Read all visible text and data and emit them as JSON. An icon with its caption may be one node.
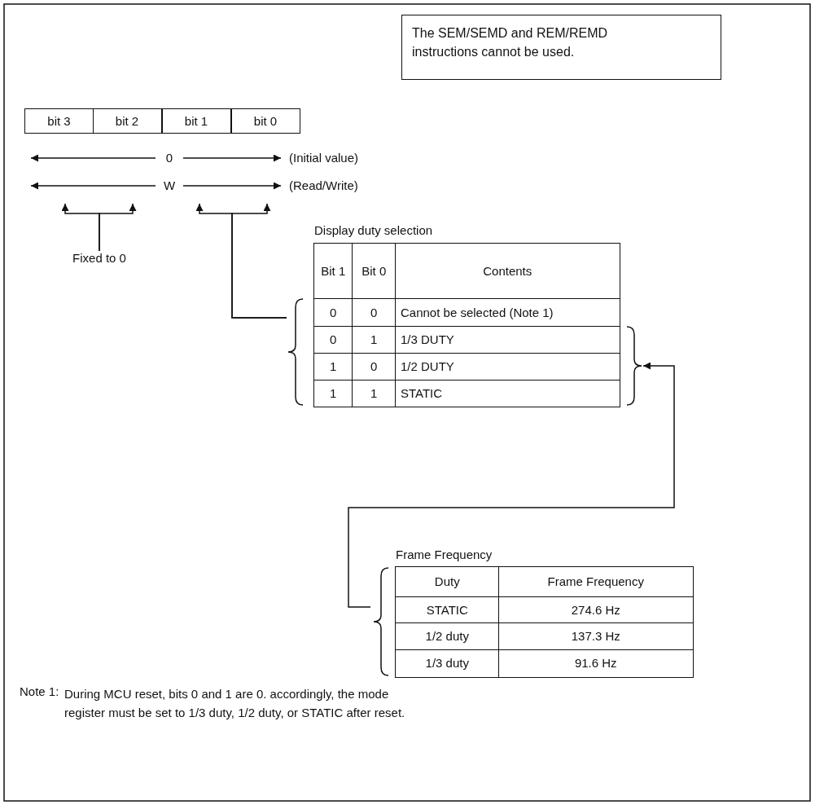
{
  "diagram": {
    "nodes": [
      {
        "text": [
          "The SEM/SEMD and REM/REMD instructions cannot be used."
        ]
      },
      {
        "text": [
          "bit 3"
        ]
      },
      {
        "text": [
          "bit 2"
        ]
      },
      {
        "text": [
          "bit 1"
        ]
      },
      {
        "text": [
          "bit 0"
        ]
      },
      {
        "text": [
          "Fixed to 0"
        ]
      },
      {
        "text": [
          "Display duty selection"
        ]
      },
      {
        "text": [
          "Frame Frequency"
        ]
      }
    ],
    "edges": [
      {
        "from": 5,
        "to": null,
        "arrow": "to"
      },
      {
        "from": 5,
        "to": null,
        "arrow": "to"
      },
      {
        "from": 6,
        "to": null,
        "arrow": "to"
      },
      {
        "from": 6,
        "to": null,
        "arrow": "to"
      },
      {
        "from": 7,
        "to": 6,
        "arrow": "to"
      }
    ],
    "labels": [
      "0",
      "(Initial value)",
      "W",
      "(Read/Write)",
      "Bit 1",
      "Bit 0",
      "Contents",
      "0",
      "0",
      "Cannot be selected (Note 1)",
      "0",
      "1",
      "1/3 DUTY",
      "1",
      "0",
      "1/2 DUTY",
      "1",
      "1",
      "STATIC",
      "Duty",
      "Frame Frequency",
      "STATIC",
      "274.6 Hz",
      "1/2 duty",
      "137.3 Hz",
      "1/3 duty",
      "91.6 Hz",
      "Note 1:",
      "During MCU reset, bits 0 and 1 are 0. accordingly, the mode register must be set to 1/3 duty, 1/2 duty, or STATIC after reset."
    ]
  }
}
